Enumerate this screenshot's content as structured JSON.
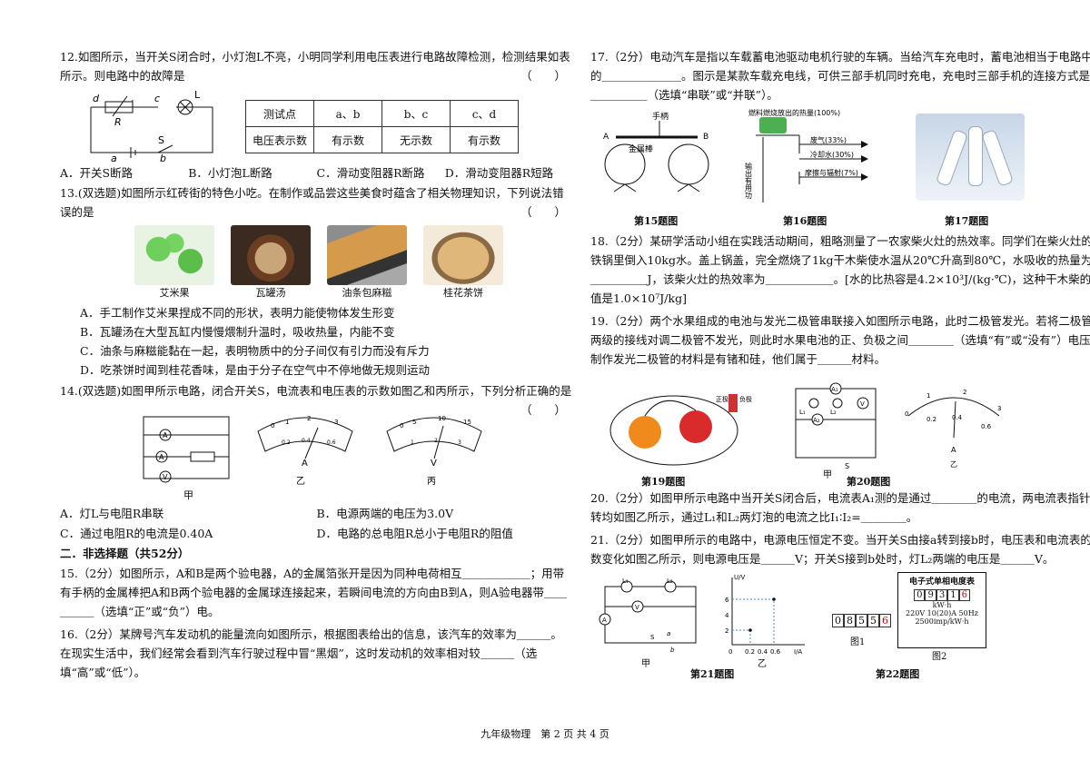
{
  "q12": {
    "text": "12.如图所示，当开关S闭合时，小灯泡L不亮，小明同学利用电压表进行电路故障检测，检测结果如表所示。则电路中的故障是",
    "paren": "（　　）",
    "table": {
      "headers": [
        "测试点",
        "a、b",
        "b、c",
        "c、d"
      ],
      "row": [
        "电压表示数",
        "有示数",
        "无示数",
        "有示数"
      ]
    },
    "labels": {
      "d": "d",
      "c": "c",
      "L": "L",
      "R": "R",
      "S": "S",
      "a": "a",
      "b": "b"
    },
    "options": [
      "A．开关S断路",
      "B．小灯泡L断路",
      "C．滑动变阻器R断路",
      "D．滑动变阻器R短路"
    ]
  },
  "q13": {
    "text": "13.(双选题)如图所示红砖街的特色小吃。在制作或品尝这些美食时蕴含了相关物理知识，下列说法错误的是",
    "paren": "（　　）",
    "foods": [
      "艾米果",
      "瓦罐汤",
      "油条包麻糍",
      "桂花茶饼"
    ],
    "options": [
      "A．手工制作艾米果捏成不同的形状，表明力能使物体发生形变",
      "B．瓦罐汤在大型瓦缸内慢慢煨制升温时，吸收热量，内能不变",
      "C．油条与麻糍能黏在一起，表明物质中的分子间仅有引力而没有斥力",
      "D．吃茶饼时闻到桂花香味，是由于分子在空气中不停地做无规则运动"
    ]
  },
  "q14": {
    "text": "14.(双选题)如图甲所示电路，闭合开关S，电流表和电压表的示数如图乙和丙所示，下列分析正确的是",
    "paren": "（　　）",
    "fig_labels": [
      "甲",
      "乙",
      "丙"
    ],
    "ammeter_scale": [
      "0",
      "0.2",
      "0.4",
      "0.6",
      "1",
      "2",
      "3"
    ],
    "voltmeter_scale": [
      "0",
      "5",
      "10",
      "15",
      "1",
      "2",
      "3"
    ],
    "options": [
      "A．灯L与电阻R串联",
      "B．电源两端的电压为3.0V",
      "C．通过电阻R的电流是0.40A",
      "D．电路的总电阻R总小于电阻R的阻值"
    ]
  },
  "section2": "二．非选择题（共52分）",
  "q15": "15.（2分）如图所示，A和B是两个验电器，A的金属箔张开是因为同种电荷相互＿＿＿＿＿＿；用带有手柄的金属棒把A和B两个验电器的金属球连接起来，若瞬间电流的方向由B到A，则A验电器带＿＿＿＿＿（选填“正”或“负”）电。",
  "q16": "16.（2分）某牌号汽车发动机的能量流向如图所示，根据图表给出的信息，该汽车的效率为＿＿＿。在现实生活中，我们经常会看到汽车行驶过程中冒“黑烟”，这时发动机的效率相对较＿＿＿（选填“高”或“低”）。",
  "q17": "17.（2分）电动汽车是指以车载蓄电池驱动电机行驶的车辆。当给汽车充电时，蓄电池相当于电路中的＿＿＿＿＿＿＿。图示是某款车载充电线，可供三部手机同时充电，充电时三部手机的连接方式是＿＿＿＿＿＿（选填“串联”或“并联”）。",
  "fig15": {
    "handle": "手柄",
    "rod": "金属棒",
    "A": "A",
    "B": "B",
    "caption": "第15题图"
  },
  "fig16": {
    "top": "燃料燃烧放出的热量(100%)",
    "side": "输出有用功",
    "items": [
      "废气(33%)",
      "冷却水(30%)",
      "摩擦与辐射(7%)"
    ],
    "caption": "第16题图"
  },
  "fig17": {
    "caption": "第17题图"
  },
  "q18": "18.（2分）某研学活动小组在实践活动期间，粗略测量了一农家柴火灶的热效率。同学们在柴火灶的铁锅里倒入10kg水。盖上锅盖，完全燃烧了1kg干木柴使水温从20℃升高到80℃，水吸收的热量为＿＿＿＿＿＿J，该柴火灶的热效率为＿＿＿＿＿＿。[水的比热容是4.2×10³J/(kg·℃)，这种干木柴的热值是1.0×10⁷J/kg]",
  "q19": "19.（2分）两个水果组成的电池与发光二极管串联接入如图所示电路，此时二极管发光。若将二极管两级的接线对调二极管不发光，则此时水果电池的正、负极之间＿＿＿＿（选填“有”或“没有”）电压。制作发光二极管的材料是有锗和硅，他们属于＿＿＿材料。",
  "fig19": {
    "pos": "正极",
    "neg": "负极",
    "caption": "第19题图"
  },
  "fig20": {
    "labels": [
      "A₁",
      "A₂",
      "V",
      "L₁",
      "L₂",
      "S",
      "甲",
      "乙"
    ],
    "scale": [
      "0",
      "1",
      "2",
      "3",
      "0.2",
      "0.4",
      "0.6",
      "A"
    ],
    "caption": "第20题图"
  },
  "q20": "20.（2分）如图甲所示电路中当开关S闭合后，电流表A₁测的是通过＿＿＿＿的电流，两电流表指针偏转均如图乙所示，通过L₁和L₂两灯泡的电流之比I₁∶I₂=＿＿＿＿。",
  "q21": "21.（2分）如图甲所示的电路中，电源电压恒定不变。当开关S由接a转到接b时，电压表和电流表的示数变化如图乙所示，则电源电压是＿＿＿V；开关S接到b处时，灯L₂两端的电压是＿＿＿V。",
  "fig21": {
    "ylabel": "U/V",
    "xlabel": "I/A",
    "yticks": [
      "2",
      "4",
      "6"
    ],
    "xticks": [
      "0",
      "0.2",
      "0.4",
      "0.6"
    ],
    "labels": [
      "L₁",
      "L₂",
      "A",
      "V",
      "S",
      "a",
      "b",
      "甲",
      "乙"
    ],
    "caption": "第21题图"
  },
  "fig22": {
    "title": "电子式单相电度表",
    "reading2": [
      "0",
      "9",
      "3",
      "1",
      "6"
    ],
    "unit": "kW·h",
    "spec1": "220V 10(20)A 50Hz",
    "spec2": "2500imp/kW·h",
    "reading1": [
      "0",
      "8",
      "5",
      "5",
      "6"
    ],
    "fig1": "图1",
    "fig2": "图2",
    "caption": "第22题图"
  },
  "footer": "九年级物理　第 2 页 共 4 页",
  "colors": {
    "ink": "#111111",
    "dash": "#3a8de0",
    "fruit_orange": "#f08a1c",
    "fruit_red": "#d92b2b",
    "food_green": "#4fb34a"
  }
}
